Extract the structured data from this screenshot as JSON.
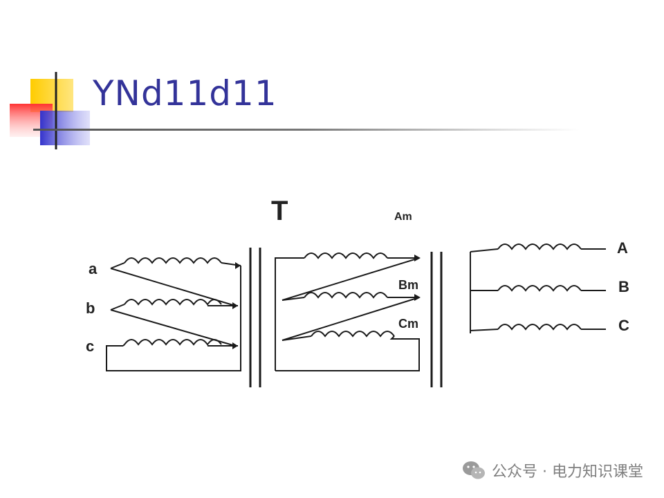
{
  "slide": {
    "title": "YNd11d11"
  },
  "diagram": {
    "transformer_label": "T",
    "secondary1_terminals": [
      "a",
      "b",
      "c"
    ],
    "secondary2_terminals": [
      "Am",
      "Bm",
      "Cm"
    ],
    "primary_terminals": [
      "A",
      "B",
      "C"
    ]
  },
  "watermark": {
    "text": "公众号 · 电力知识课堂",
    "icon": "wechat-icon"
  },
  "colors": {
    "title": "#333399",
    "deco_yellow": "#ffcc00",
    "deco_red": "#ff3333",
    "deco_blue": "#3333cc"
  }
}
